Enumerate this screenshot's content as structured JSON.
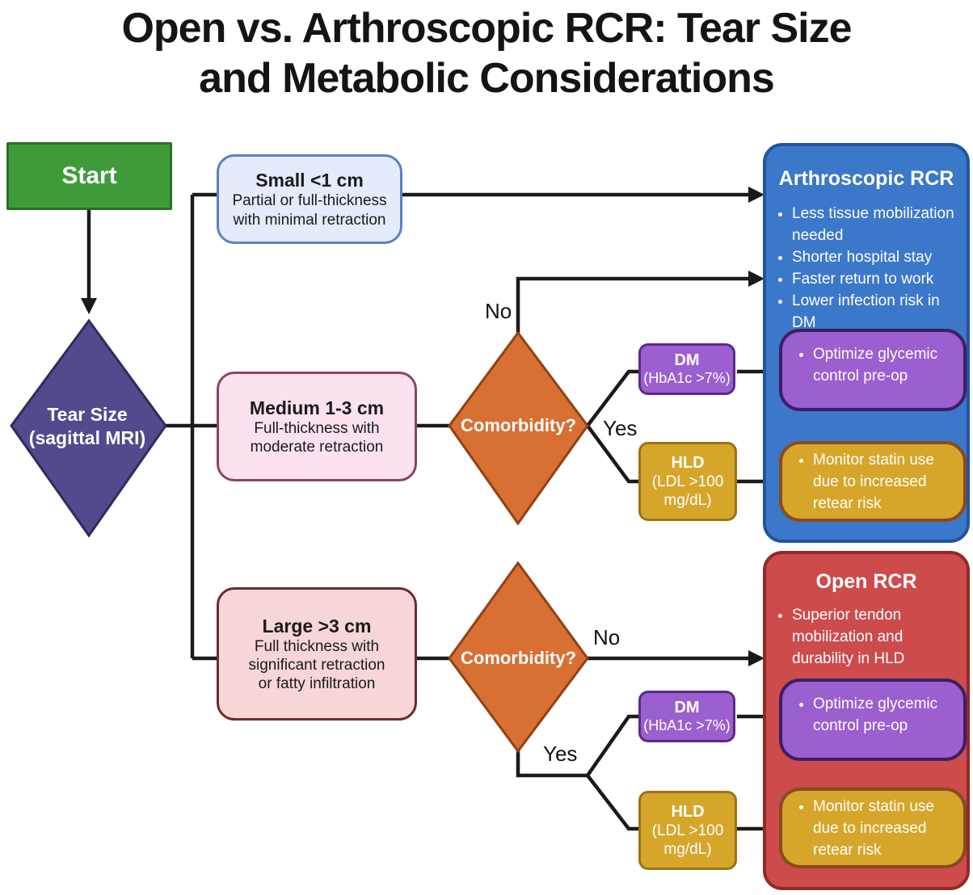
{
  "title": {
    "line1": "Open vs. Arthroscopic RCR: Tear Size",
    "line2": "and Metabolic Considerations"
  },
  "start": {
    "label": "Start"
  },
  "tear_size": {
    "line1": "Tear Size",
    "line2": "(sagittal MRI)"
  },
  "small": {
    "heading": "Small <1 cm",
    "line1": "Partial or full-thickness",
    "line2": "with minimal retraction"
  },
  "medium": {
    "heading": "Medium 1-3 cm",
    "line1": "Full-thickness with",
    "line2": "moderate retraction"
  },
  "large": {
    "heading": "Large >3 cm",
    "line1": "Full thickness with",
    "line2": "significant retraction",
    "line3": "or fatty infiltration"
  },
  "comorbidity_medium": {
    "label": "Comorbidity?",
    "no": "No",
    "yes": "Yes"
  },
  "comorbidity_large": {
    "label": "Comorbidity?",
    "no": "No",
    "yes": "Yes"
  },
  "dm_box": {
    "heading": "DM",
    "line1": "(HbA1c >7%)"
  },
  "hld_box": {
    "heading": "HLD",
    "line1": "(LDL >100",
    "line2": "mg/dL)"
  },
  "arthroscopic": {
    "title": "Arthroscopic RCR",
    "bullets": [
      "Less tissue mobilization needed",
      "Shorter hospital stay",
      "Faster return to work",
      "Lower infection risk in DM"
    ],
    "dm_action": "Optimize glycemic control pre-op",
    "hld_action": "Monitor statin use due to increased retear risk"
  },
  "open": {
    "title": "Open RCR",
    "bullets": [
      "Superior tendon mobilization and durability in HLD"
    ],
    "dm_action": "Optimize glycemic control pre-op",
    "hld_action": "Monitor statin use due to increased retear risk"
  },
  "colors": {
    "start": "#3f9b3a",
    "tear_diamond": "#4f4b8c",
    "comorbidity_diamond": "#d86f33",
    "small": "#e4ecfb",
    "medium": "#fbe2ee",
    "large": "#f6d6d6",
    "dm": "#9b5fd0",
    "hld": "#d6a62b",
    "arthroscopic": "#3c78c9",
    "open": "#cd4b4b"
  }
}
